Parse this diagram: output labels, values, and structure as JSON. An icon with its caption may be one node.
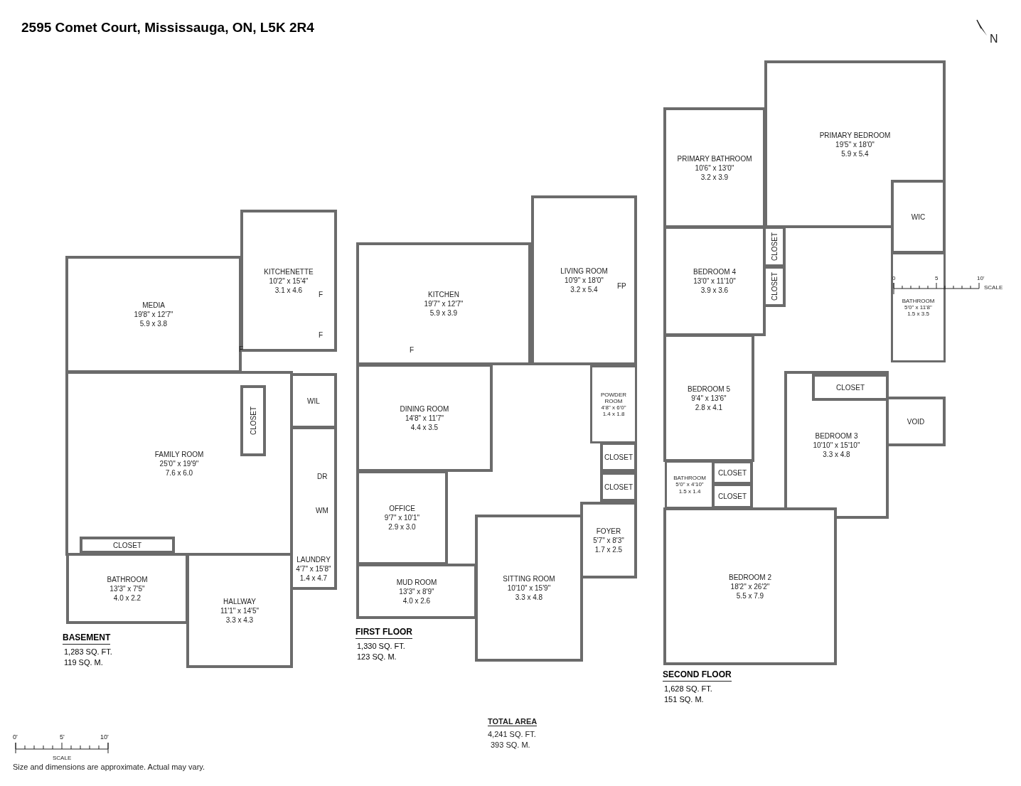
{
  "diagram": {
    "title": "2595 Comet Court, Mississauga, ON, L5K 2R4",
    "nodes": [
      {
        "text": [
          "BASEMENT",
          "1,283 SQ. FT.",
          "119 SQ. M."
        ]
      },
      {
        "text": [
          "KITCHENETTE",
          "10'2\" x 15'4\"",
          "3.1 x 4.6"
        ],
        "in": 0
      },
      {
        "text": [
          "MEDIA",
          "19'8\" x 12'7\"",
          "5.9 x 3.8"
        ],
        "in": 0
      },
      {
        "text": [
          "FAMILY ROOM",
          "25'0\" x 19'9\"",
          "7.6 x 6.0"
        ],
        "in": 0
      },
      {
        "text": [
          "CLOSET"
        ],
        "in": 3
      },
      {
        "text": [
          "WIL"
        ],
        "in": 0
      },
      {
        "text": [
          "LAUNDRY",
          "4'7\" x 15'8\"",
          "1.4 x 4.7"
        ],
        "in": 0
      },
      {
        "text": [
          "CLOSET"
        ],
        "in": 3
      },
      {
        "text": [
          "BATHROOM",
          "13'3\" x 7'5\"",
          "4.0 x 2.2"
        ],
        "in": 0
      },
      {
        "text": [
          "HALLWAY",
          "11'1\" x 14'5\"",
          "3.3 x 4.3"
        ],
        "in": 0
      },
      {
        "text": [
          "FIRST FLOOR",
          "1,330 SQ. FT.",
          "123 SQ. M."
        ]
      },
      {
        "text": [
          "KITCHEN",
          "19'7\" x 12'7\"",
          "5.9 x 3.9"
        ],
        "in": 10
      },
      {
        "text": [
          "LIVING ROOM",
          "10'9\" x 18'0\"",
          "3.2 x 5.4"
        ],
        "in": 10
      },
      {
        "text": [
          "DINING ROOM",
          "14'8\" x 11'7\"",
          "4.4 x 3.5"
        ],
        "in": 10
      },
      {
        "text": [
          "POWDER ROOM",
          "4'8\" x 6'0\"",
          "1.4 x 1.8"
        ],
        "in": 10
      },
      {
        "text": [
          "CLOSET"
        ],
        "in": 10
      },
      {
        "text": [
          "CLOSET"
        ],
        "in": 10
      },
      {
        "text": [
          "OFFICE",
          "9'7\" x 10'1\"",
          "2.9 x 3.0"
        ],
        "in": 10
      },
      {
        "text": [
          "FOYER",
          "5'7\" x 8'3\"",
          "1.7 x 2.5"
        ],
        "in": 10
      },
      {
        "text": [
          "MUD ROOM",
          "13'3\" x 8'9\"",
          "4.0 x 2.6"
        ],
        "in": 10
      },
      {
        "text": [
          "SITTING ROOM",
          "10'10\" x 15'9\"",
          "3.3 x 4.8"
        ],
        "in": 10
      },
      {
        "text": [
          "SECOND FLOOR",
          "1,628 SQ. FT.",
          "151 SQ. M."
        ]
      },
      {
        "text": [
          "PRIMARY BATHROOM",
          "10'6\" x 13'0\"",
          "3.2 x 3.9"
        ],
        "in": 21
      },
      {
        "text": [
          "PRIMARY BEDROOM",
          "19'5\" x 18'0\"",
          "5.9 x 5.4"
        ],
        "in": 21
      },
      {
        "text": [
          "WIC"
        ],
        "in": 21
      },
      {
        "text": [
          "BEDROOM 4",
          "13'0\" x 11'10\"",
          "3.9 x 3.6"
        ],
        "in": 21
      },
      {
        "text": [
          "CLOSET"
        ],
        "in": 21
      },
      {
        "text": [
          "CLOSET"
        ],
        "in": 21
      },
      {
        "text": [
          "BATHROOM",
          "5'0\" x 11'8\"",
          "1.5 x 3.5"
        ],
        "in": 21
      },
      {
        "text": [
          "BEDROOM 5",
          "9'4\" x 13'6\"",
          "2.8 x 4.1"
        ],
        "in": 21
      },
      {
        "text": [
          "BEDROOM 3",
          "10'10\" x 15'10\"",
          "3.3 x 4.8"
        ],
        "in": 21
      },
      {
        "text": [
          "CLOSET"
        ],
        "in": 30
      },
      {
        "text": [
          "BATHROOM",
          "5'0\" x 4'10\"",
          "1.5 x 1.4"
        ],
        "in": 21
      },
      {
        "text": [
          "CLOSET"
        ],
        "in": 21
      },
      {
        "text": [
          "CLOSET"
        ],
        "in": 21
      },
      {
        "text": [
          "VOID"
        ],
        "in": 21
      },
      {
        "text": [
          "BEDROOM 2",
          "18'2\" x 26'2\"",
          "5.5 x 7.9"
        ],
        "in": 21
      }
    ],
    "labels": [
      "N",
      "F",
      "F",
      "F",
      "DR",
      "WM",
      "FP",
      "F",
      "0",
      "5",
      "10'",
      "SCALE",
      "TOTAL AREA",
      "4,241 SQ. FT.",
      "393 SQ. M.",
      "0'",
      "5'",
      "10'",
      "SCALE",
      "Size and dimensions are approximate. Actual may vary."
    ]
  }
}
